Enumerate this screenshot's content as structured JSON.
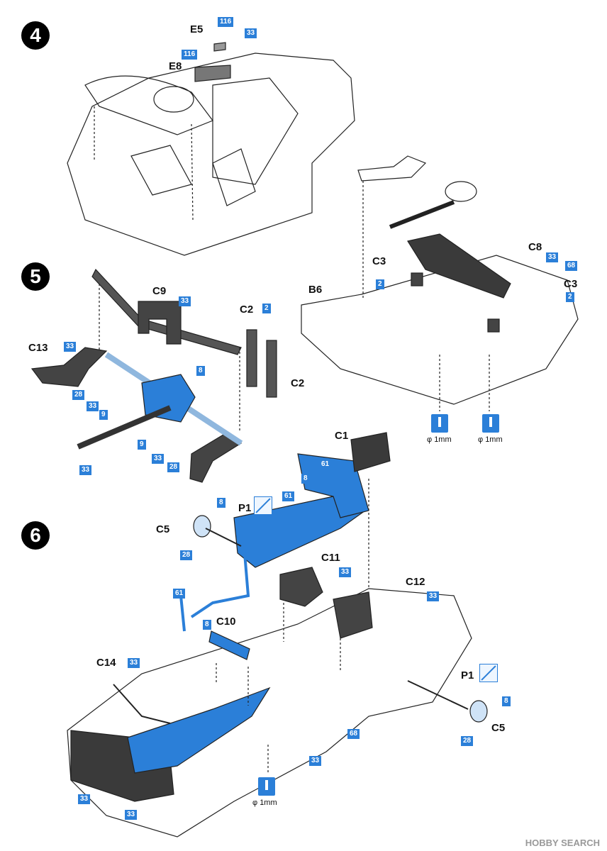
{
  "steps": [
    "4",
    "5",
    "6"
  ],
  "labels": {
    "e5": "E5",
    "e8": "E8",
    "c9": "C9",
    "c13": "C13",
    "c2a": "C2",
    "c2b": "C2",
    "c3a": "C3",
    "c3b": "C3",
    "c8": "C8",
    "b6": "B6",
    "c1": "C1",
    "p1a": "P1",
    "p1b": "P1",
    "c5a": "C5",
    "c5b": "C5",
    "c11": "C11",
    "c12": "C12",
    "c10": "C10",
    "c14": "C14"
  },
  "colors": [
    "116",
    "116",
    "33",
    "33",
    "33",
    "8",
    "28",
    "33",
    "9",
    "9",
    "33",
    "28",
    "33",
    "2",
    "33",
    "68",
    "2",
    "2",
    "61",
    "8",
    "61",
    "8",
    "28",
    "33",
    "61",
    "8",
    "33",
    "33",
    "68",
    "33",
    "8",
    "28",
    "33",
    "33"
  ],
  "drill": {
    "text": "φ 1mm"
  },
  "watermark": "HOBBY SEARCH",
  "palette": {
    "blue": "#2b7fd8",
    "dark_gray": "#3a3a3a",
    "light_blue": "#cfe3f7",
    "line": "#222222"
  }
}
